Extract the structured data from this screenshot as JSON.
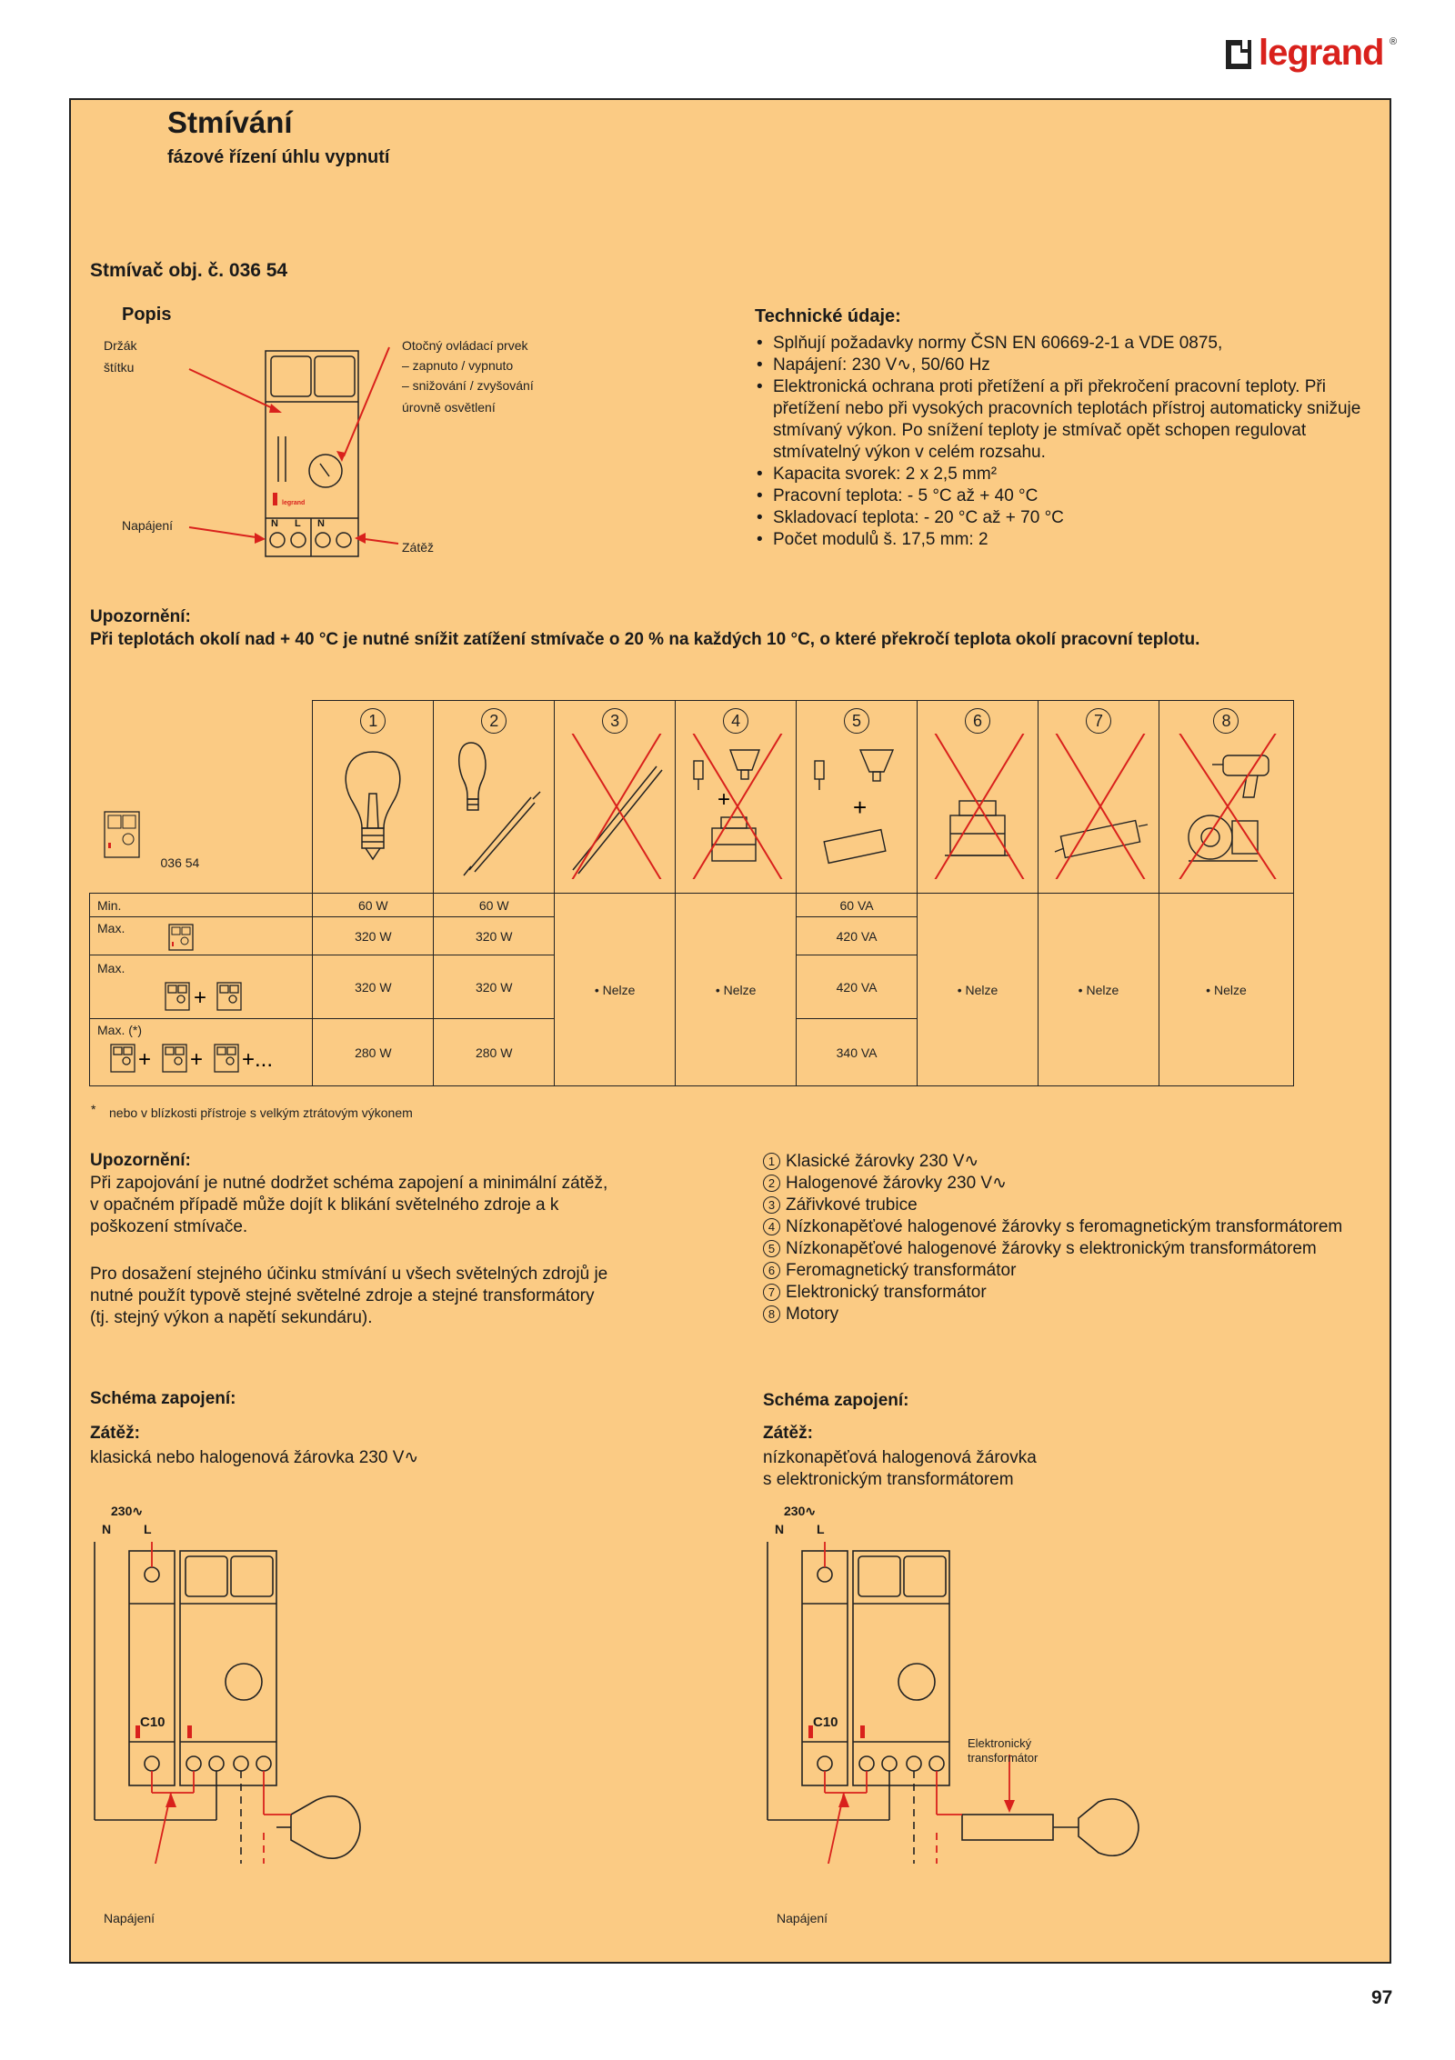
{
  "brand": {
    "name": "legrand",
    "registered": "®"
  },
  "page_number": "97",
  "header": {
    "title": "Stmívání",
    "subtitle": "fázové řízení úhlu vypnutí"
  },
  "product": {
    "title": "Stmívač obj. č. 036 54"
  },
  "popis": {
    "heading": "Popis",
    "label_holder_line1": "Držák",
    "label_holder_line2": "štítku",
    "knob_line1": "Otočný ovládací prvek",
    "knob_line2": "– zapnuto / vypnuto",
    "knob_line3": "– snižování / zvyšování",
    "knob_line4": "úrovně osvětlení",
    "supply": "Napájení",
    "load": "Zátěž",
    "terminal_n": "N",
    "terminal_l": "L",
    "terminal_n2": "N",
    "brand_small": "legrand"
  },
  "tech": {
    "heading": "Technické údaje:",
    "items": [
      "Splňují požadavky normy ČSN EN 60669-2-1 a VDE 0875,",
      "Napájení: 230 V∿, 50/60 Hz",
      "Elektronická ochrana proti přetížení a při překročení pracovní teploty. Při přetížení nebo při vysokých pracovních teplotách přístroj automaticky snižuje stmívaný výkon. Po snížení teploty je stmívač opět schopen regulovat stmívatelný výkon v celém rozsahu.",
      "Kapacita svorek:  2 x 2,5 mm²",
      "Pracovní teplota: - 5 °C až + 40 °C",
      "Skladovací teplota: - 20 °C až + 70 °C",
      "Počet modulů š. 17,5 mm: 2"
    ]
  },
  "warning1": {
    "heading": "Upozornění:",
    "text": "Při teplotách okolí nad + 40 °C je nutné snížit zatížení stmívače o 20 % na každých 10 °C,  o které překročí teplota okolí pracovní teplotu."
  },
  "table": {
    "product_code": "036 54",
    "col_numbers": [
      "1",
      "2",
      "3",
      "4",
      "5",
      "6",
      "7",
      "8"
    ],
    "rows": [
      {
        "label": "Min.",
        "c1": "60 W",
        "c2": "60 W",
        "c5": "60 VA"
      },
      {
        "label": "Max.",
        "c1": "320 W",
        "c2": "320 W",
        "c5": "420 VA"
      },
      {
        "label": "Max.",
        "c1": "320 W",
        "c2": "320 W",
        "c5": "420 VA"
      },
      {
        "label": "Max. (*)",
        "c1": "280 W",
        "c2": "280 W",
        "c5": "340 VA"
      }
    ],
    "not_possible": "• Nelze",
    "plus": "+",
    "plus_dots": "+...",
    "footnote_mark": "*",
    "footnote": "nebo v blízkosti přístroje s velkým ztrátovým výkonem"
  },
  "warning2": {
    "heading": "Upozornění:",
    "p1": "Při zapojování je nutné dodržet schéma zapojení a minimální zátěž, v opačném případě může dojít k blikání světelného zdroje a k poškození stmívače.",
    "p2": "Pro dosažení stejného účinku stmívání u všech světelných zdrojů je nutné použít typově stejné světelné zdroje a stejné transformátory (tj. stejný výkon a napětí sekundáru)."
  },
  "legend": [
    {
      "n": "1",
      "text": "Klasické žárovky 230 V∿"
    },
    {
      "n": "2",
      "text": "Halogenové žárovky 230 V∿"
    },
    {
      "n": "3",
      "text": "Zářivkové trubice"
    },
    {
      "n": "4",
      "text": "Nízkonapěťové halogenové žárovky s feromagnetickým transformátorem"
    },
    {
      "n": "5",
      "text": "Nízkonapěťové halogenové žárovky s elektronickým transformátorem"
    },
    {
      "n": "6",
      "text": "Feromagnetický transformátor"
    },
    {
      "n": "7",
      "text": "Elektronický transformátor"
    },
    {
      "n": "8",
      "text": "Motory"
    }
  ],
  "schema_left": {
    "heading": "Schéma zapojení:",
    "load_heading": "Zátěž:",
    "load_text": "klasická nebo halogenová žárovka 230 V∿",
    "voltage": "230∿",
    "n": "N",
    "l": "L",
    "breaker": "C10",
    "supply": "Napájení"
  },
  "schema_right": {
    "heading": "Schéma zapojení:",
    "load_heading": "Zátěž:",
    "load_line1": "nízkonapěťová halogenová žárovka",
    "load_line2": "s elektronickým transformátorem",
    "voltage": "230∿",
    "n": "N",
    "l": "L",
    "breaker": "C10",
    "transformer_line1": "Elektronický",
    "transformer_line2": "transformátor",
    "supply": "Napájení"
  },
  "colors": {
    "panel": "#fbcb84",
    "brand_red": "#d9211c",
    "line": "#222222"
  }
}
